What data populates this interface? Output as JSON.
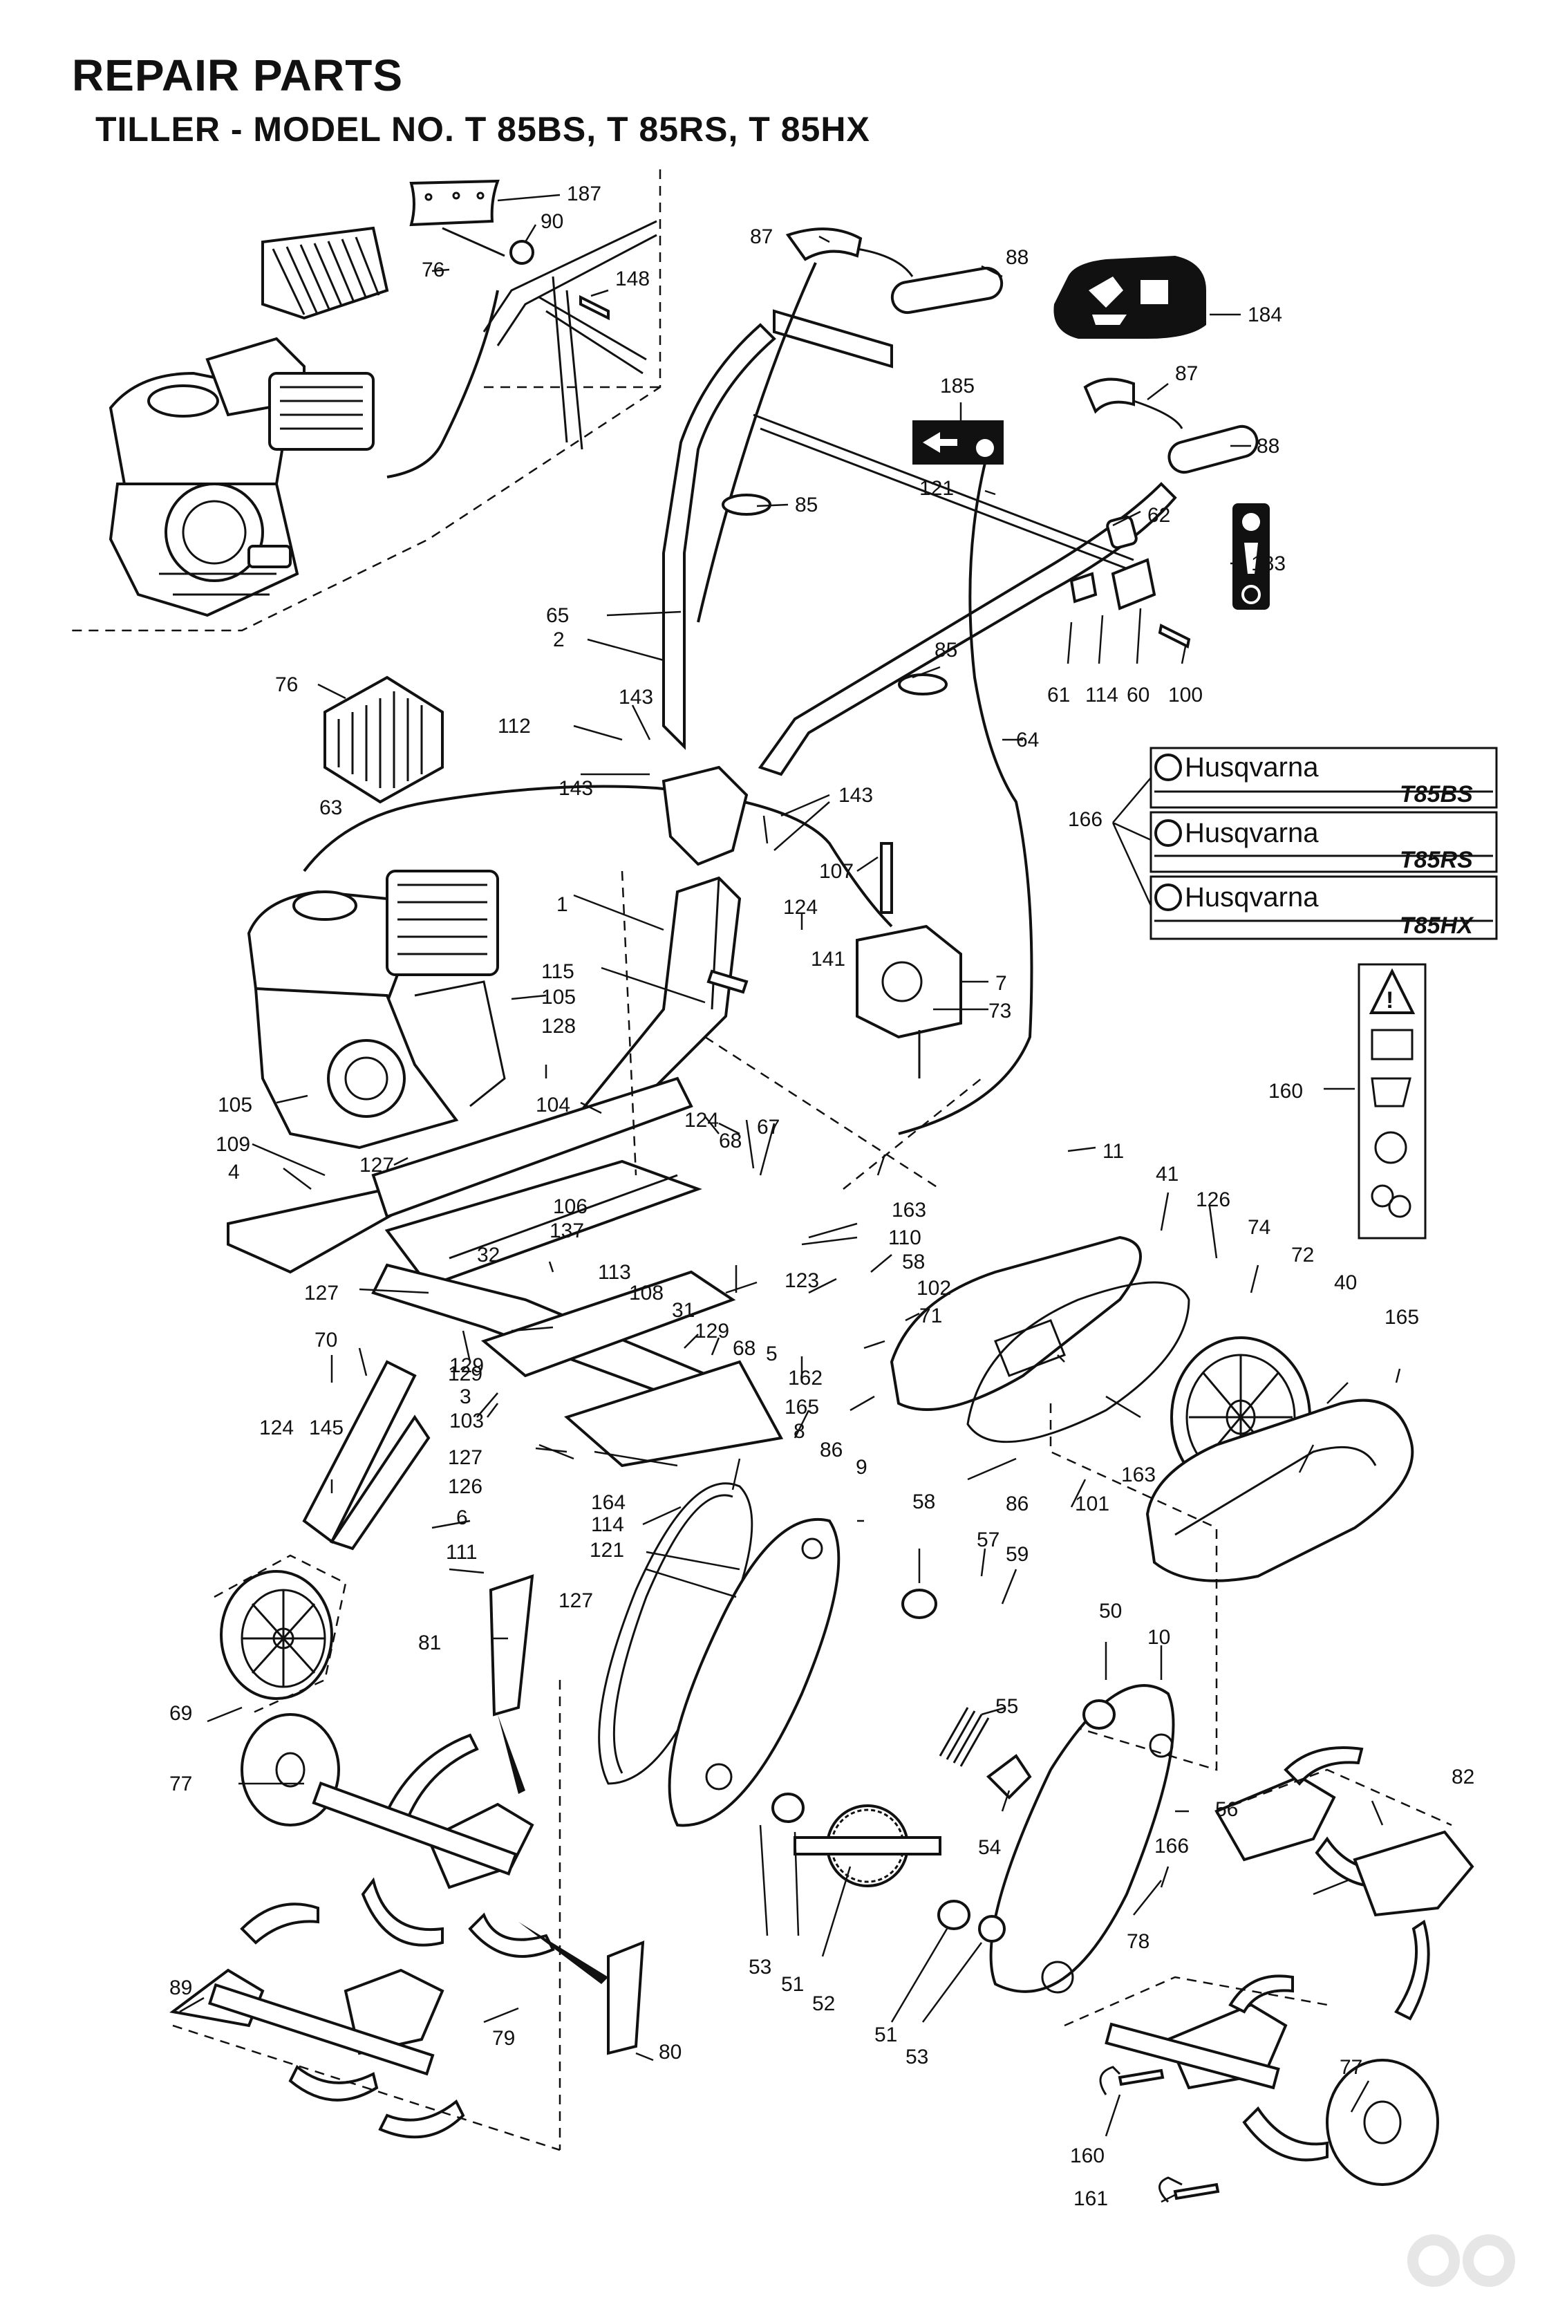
{
  "header": {
    "title": "REPAIR PARTS",
    "subtitle": "TILLER - MODEL NO. T 85BS, T 85RS, T 85HX"
  },
  "decals": {
    "brand": "Husqvarna",
    "models": [
      "T85BS",
      "T85RS",
      "T85HX"
    ]
  },
  "callouts": [
    {
      "id": "c187",
      "label": "187"
    },
    {
      "id": "c90",
      "label": "90"
    },
    {
      "id": "c76a",
      "label": "76"
    },
    {
      "id": "c148",
      "label": "148"
    },
    {
      "id": "c87a",
      "label": "87"
    },
    {
      "id": "c88a",
      "label": "88"
    },
    {
      "id": "c184",
      "label": "184"
    },
    {
      "id": "c185",
      "label": "185"
    },
    {
      "id": "c87b",
      "label": "87"
    },
    {
      "id": "c88b",
      "label": "88"
    },
    {
      "id": "c85a",
      "label": "85"
    },
    {
      "id": "c121a",
      "label": "121"
    },
    {
      "id": "c62",
      "label": "62"
    },
    {
      "id": "c183",
      "label": "183"
    },
    {
      "id": "c65",
      "label": "65"
    },
    {
      "id": "c2",
      "label": "2"
    },
    {
      "id": "c85b",
      "label": "85"
    },
    {
      "id": "c61",
      "label": "61"
    },
    {
      "id": "c114a",
      "label": "114"
    },
    {
      "id": "c60",
      "label": "60"
    },
    {
      "id": "c100",
      "label": "100"
    },
    {
      "id": "c76b",
      "label": "76"
    },
    {
      "id": "c143a",
      "label": "143"
    },
    {
      "id": "c112",
      "label": "112"
    },
    {
      "id": "c64",
      "label": "64"
    },
    {
      "id": "c143b",
      "label": "143"
    },
    {
      "id": "c143c",
      "label": "143"
    },
    {
      "id": "c63",
      "label": "63"
    },
    {
      "id": "c166a",
      "label": "166"
    },
    {
      "id": "c107",
      "label": "107"
    },
    {
      "id": "c124a",
      "label": "124"
    },
    {
      "id": "c1",
      "label": "1"
    },
    {
      "id": "c141",
      "label": "141"
    },
    {
      "id": "c115",
      "label": "115"
    },
    {
      "id": "c105a",
      "label": "105"
    },
    {
      "id": "c7",
      "label": "7"
    },
    {
      "id": "c73",
      "label": "73"
    },
    {
      "id": "c128",
      "label": "128"
    },
    {
      "id": "c160a",
      "label": "160"
    },
    {
      "id": "c105b",
      "label": "105"
    },
    {
      "id": "c104",
      "label": "104"
    },
    {
      "id": "c11",
      "label": "11"
    },
    {
      "id": "c109",
      "label": "109"
    },
    {
      "id": "c124b",
      "label": "124"
    },
    {
      "id": "c68a",
      "label": "68"
    },
    {
      "id": "c67",
      "label": "67"
    },
    {
      "id": "c127a",
      "label": "127"
    },
    {
      "id": "c4",
      "label": "4"
    },
    {
      "id": "c41",
      "label": "41"
    },
    {
      "id": "c126a",
      "label": "126"
    },
    {
      "id": "c106",
      "label": "106"
    },
    {
      "id": "c137",
      "label": "137"
    },
    {
      "id": "c163a",
      "label": "163"
    },
    {
      "id": "c110",
      "label": "110"
    },
    {
      "id": "c74",
      "label": "74"
    },
    {
      "id": "c32",
      "label": "32"
    },
    {
      "id": "c58a",
      "label": "58"
    },
    {
      "id": "c72",
      "label": "72"
    },
    {
      "id": "c113",
      "label": "113"
    },
    {
      "id": "c108",
      "label": "108"
    },
    {
      "id": "c123",
      "label": "123"
    },
    {
      "id": "c102",
      "label": "102"
    },
    {
      "id": "c40",
      "label": "40"
    },
    {
      "id": "c127b",
      "label": "127"
    },
    {
      "id": "c31",
      "label": "31"
    },
    {
      "id": "c71",
      "label": "71"
    },
    {
      "id": "c165a",
      "label": "165"
    },
    {
      "id": "c129a",
      "label": "129"
    },
    {
      "id": "c129b",
      "label": "129"
    },
    {
      "id": "c68b",
      "label": "68"
    },
    {
      "id": "c70",
      "label": "70"
    },
    {
      "id": "c162",
      "label": "162"
    },
    {
      "id": "c5",
      "label": "5"
    },
    {
      "id": "c129c",
      "label": "129"
    },
    {
      "id": "c3",
      "label": "3"
    },
    {
      "id": "c165b",
      "label": "165"
    },
    {
      "id": "c124c",
      "label": "124"
    },
    {
      "id": "c145",
      "label": "145"
    },
    {
      "id": "c103",
      "label": "103"
    },
    {
      "id": "c163b",
      "label": "163"
    },
    {
      "id": "c127c",
      "label": "127"
    },
    {
      "id": "c8",
      "label": "8"
    },
    {
      "id": "c86a",
      "label": "86"
    },
    {
      "id": "c86b",
      "label": "86"
    },
    {
      "id": "c101",
      "label": "101"
    },
    {
      "id": "c126b",
      "label": "126"
    },
    {
      "id": "c164",
      "label": "164"
    },
    {
      "id": "c9",
      "label": "9"
    },
    {
      "id": "c6",
      "label": "6"
    },
    {
      "id": "c114b",
      "label": "114"
    },
    {
      "id": "c58b",
      "label": "58"
    },
    {
      "id": "c121b",
      "label": "121"
    },
    {
      "id": "c111",
      "label": "111"
    },
    {
      "id": "c57",
      "label": "57"
    },
    {
      "id": "c59",
      "label": "59"
    },
    {
      "id": "c127d",
      "label": "127"
    },
    {
      "id": "c50",
      "label": "50"
    },
    {
      "id": "c10",
      "label": "10"
    },
    {
      "id": "c81",
      "label": "81"
    },
    {
      "id": "c55",
      "label": "55"
    },
    {
      "id": "c69",
      "label": "69"
    },
    {
      "id": "c82",
      "label": "82"
    },
    {
      "id": "c77a",
      "label": "77"
    },
    {
      "id": "c56",
      "label": "56"
    },
    {
      "id": "c54",
      "label": "54"
    },
    {
      "id": "c166b",
      "label": "166"
    },
    {
      "id": "c78",
      "label": "78"
    },
    {
      "id": "c89",
      "label": "89"
    },
    {
      "id": "c79",
      "label": "79"
    },
    {
      "id": "c53a",
      "label": "53"
    },
    {
      "id": "c51a",
      "label": "51"
    },
    {
      "id": "c52",
      "label": "52"
    },
    {
      "id": "c51b",
      "label": "51"
    },
    {
      "id": "c53b",
      "label": "53"
    },
    {
      "id": "c80",
      "label": "80"
    },
    {
      "id": "c77b",
      "label": "77"
    },
    {
      "id": "c160b",
      "label": "160"
    },
    {
      "id": "c161",
      "label": "161"
    }
  ],
  "watermark": {
    "icon": "brand-logo-icon",
    "color": "#e6e6e6"
  }
}
